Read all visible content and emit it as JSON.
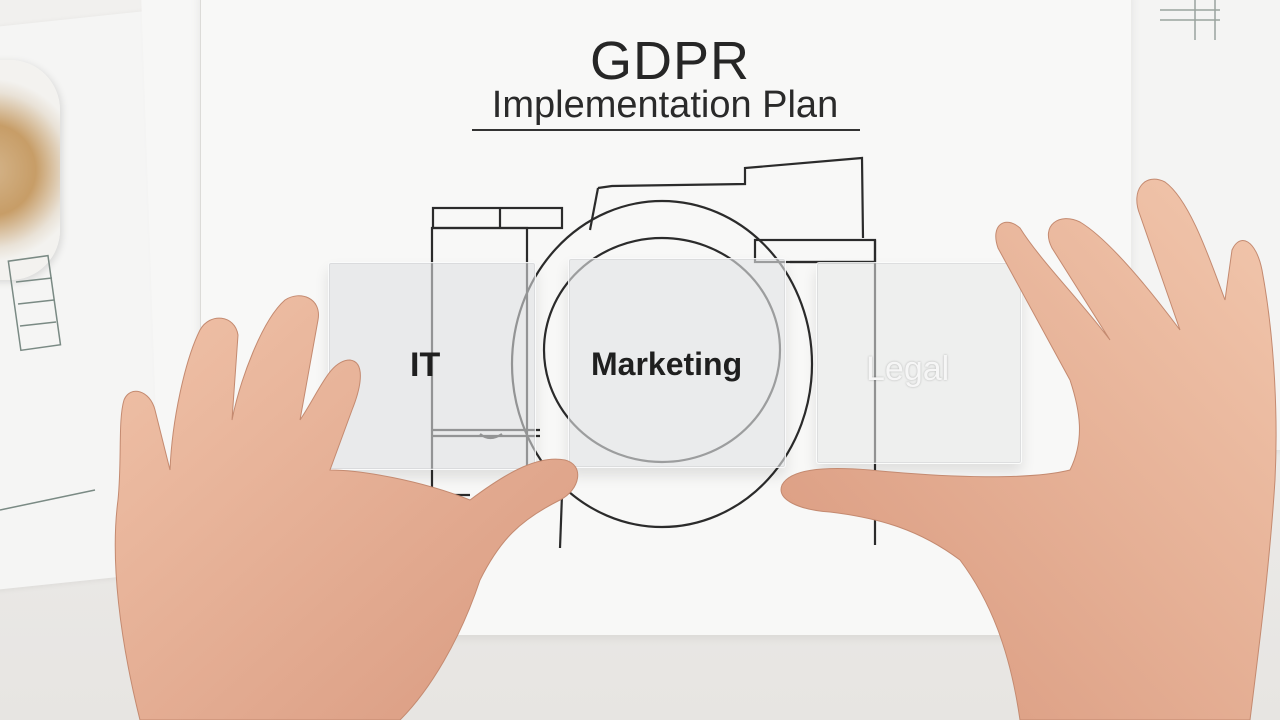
{
  "document": {
    "title": "GDPR",
    "subtitle": "Implementation Plan"
  },
  "blocks": [
    {
      "label": "IT"
    },
    {
      "label": "Marketing"
    },
    {
      "label": "Legal"
    }
  ],
  "colors": {
    "background": "#efeeec",
    "paper": "#f8f8f7",
    "ink": "#262626",
    "skin": "#e8b49a",
    "glass": "#dfe0e1"
  },
  "icons": {
    "sketch": "architectural-sketch-icon",
    "hands": "hands-icon",
    "bowl": "snack-bowl-icon"
  }
}
